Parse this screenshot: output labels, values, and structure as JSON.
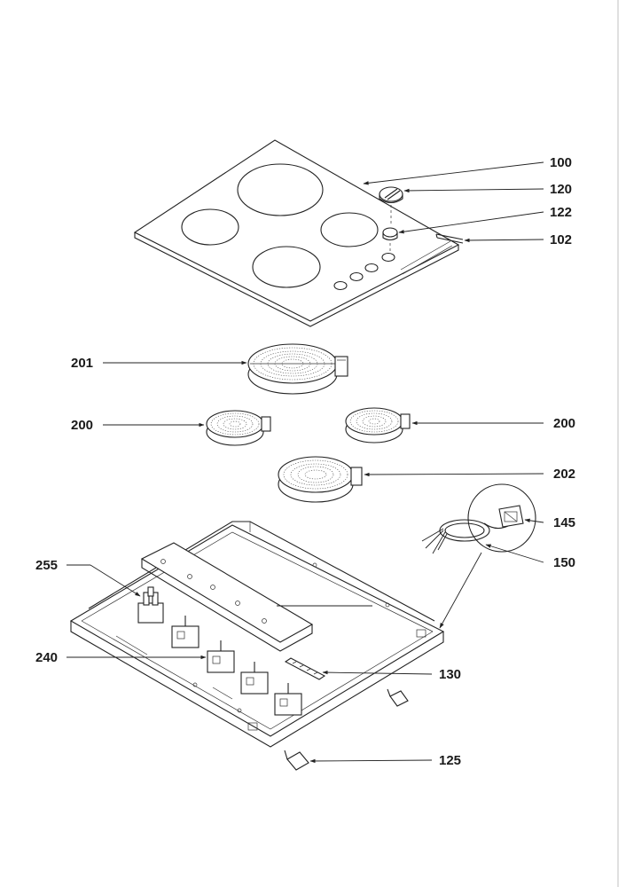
{
  "callouts": {
    "c100": "100",
    "c120": "120",
    "c122": "122",
    "c102": "102",
    "c201": "201",
    "c200_left": "200",
    "c200_right": "200",
    "c202": "202",
    "c145": "145",
    "c150": "150",
    "c255": "255",
    "c240": "240",
    "c130": "130",
    "c125": "125"
  }
}
